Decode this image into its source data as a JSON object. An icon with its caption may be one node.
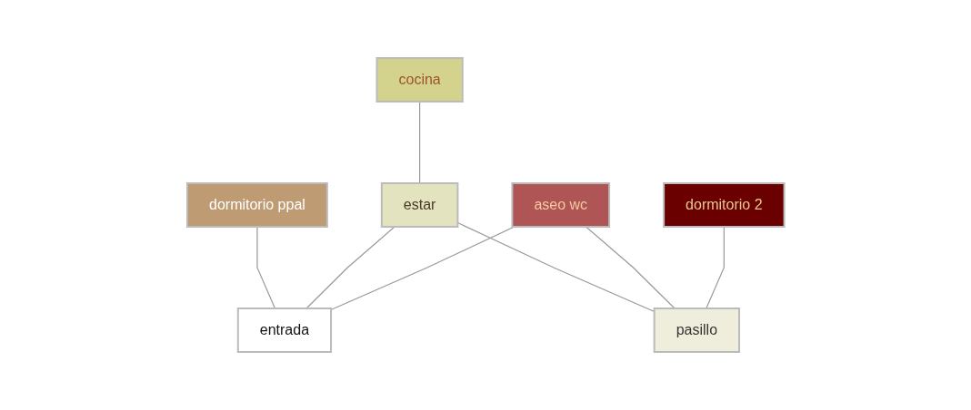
{
  "diagram": {
    "nodes": [
      {
        "text": [
          "cocina"
        ]
      },
      {
        "text": [
          "dormitorio ppal"
        ]
      },
      {
        "text": [
          "estar"
        ]
      },
      {
        "text": [
          "aseo wc"
        ]
      },
      {
        "text": [
          "dormitorio 2"
        ]
      },
      {
        "text": [
          "entrada"
        ]
      },
      {
        "text": [
          "pasillo"
        ]
      }
    ],
    "edges": [
      {
        "from": 0,
        "to": 2,
        "arrow": "none"
      },
      {
        "from": 1,
        "to": 5,
        "arrow": "none"
      },
      {
        "from": 2,
        "to": 5,
        "arrow": "none"
      },
      {
        "from": 2,
        "to": 6,
        "arrow": "none"
      },
      {
        "from": 3,
        "to": 5,
        "arrow": "none"
      },
      {
        "from": 3,
        "to": 6,
        "arrow": "none"
      },
      {
        "from": 4,
        "to": 6,
        "arrow": "none"
      }
    ]
  }
}
